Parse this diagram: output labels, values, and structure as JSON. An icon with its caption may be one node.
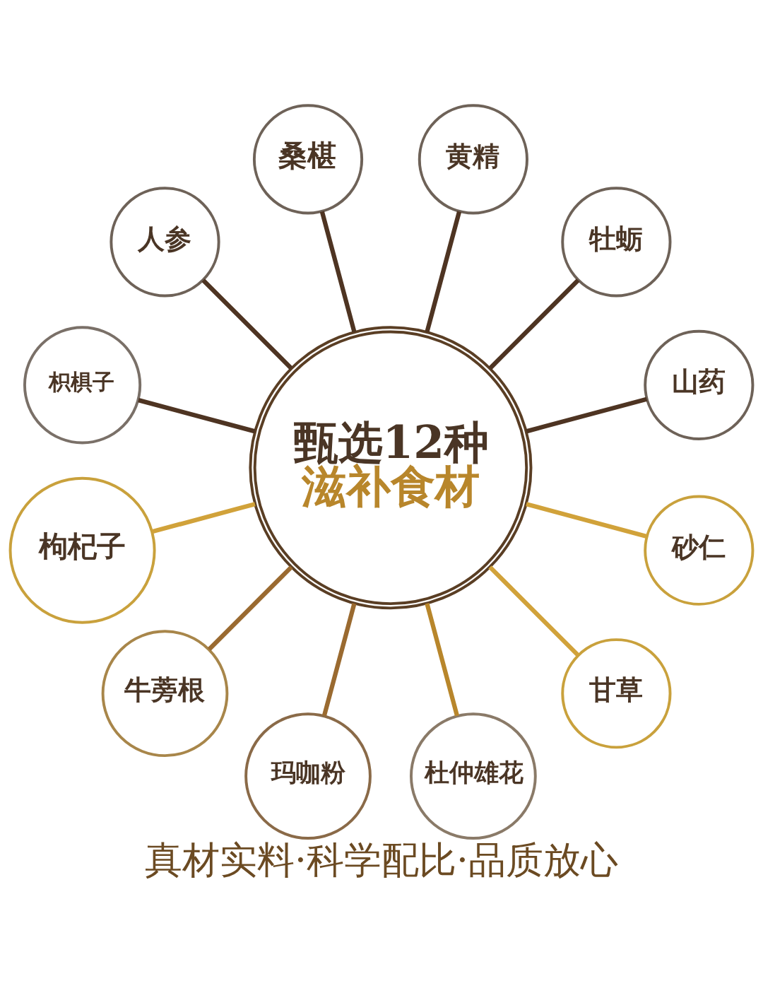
{
  "diagram": {
    "caption": "真材实料·科学配比·品质放心",
    "nodes": [
      {
        "text": [
          "甄选12种",
          "滋补食材"
        ]
      },
      {
        "text": [
          "桑椹"
        ]
      },
      {
        "text": [
          "黄精"
        ]
      },
      {
        "text": [
          "牡蛎"
        ]
      },
      {
        "text": [
          "山药"
        ]
      },
      {
        "text": [
          "砂仁"
        ]
      },
      {
        "text": [
          "甘草"
        ]
      },
      {
        "text": [
          "杜仲雄花"
        ]
      },
      {
        "text": [
          "玛咖粉"
        ]
      },
      {
        "text": [
          "牛蒡根"
        ]
      },
      {
        "text": [
          "枸杞子"
        ]
      },
      {
        "text": [
          "枳椇子"
        ]
      },
      {
        "text": [
          "人参"
        ]
      }
    ],
    "edges": [
      {
        "from": 0,
        "to": 1,
        "arrow": "none",
        "color": "#4e3422"
      },
      {
        "from": 0,
        "to": 2,
        "arrow": "none",
        "color": "#4e3422"
      },
      {
        "from": 0,
        "to": 3,
        "arrow": "none",
        "color": "#4e3422"
      },
      {
        "from": 0,
        "to": 4,
        "arrow": "none",
        "color": "#4e3422"
      },
      {
        "from": 0,
        "to": 5,
        "arrow": "none",
        "color": "#d1a23a"
      },
      {
        "from": 0,
        "to": 6,
        "arrow": "none",
        "color": "#d1a23a"
      },
      {
        "from": 0,
        "to": 7,
        "arrow": "none",
        "color": "#b8862b"
      },
      {
        "from": 0,
        "to": 8,
        "arrow": "none",
        "color": "#9a6a30"
      },
      {
        "from": 0,
        "to": 9,
        "arrow": "none",
        "color": "#9a6a30"
      },
      {
        "from": 0,
        "to": 10,
        "arrow": "none",
        "color": "#d1a23a"
      },
      {
        "from": 0,
        "to": 11,
        "arrow": "none",
        "color": "#4e3422"
      },
      {
        "from": 0,
        "to": 12,
        "arrow": "none",
        "color": "#4e3422"
      }
    ]
  }
}
